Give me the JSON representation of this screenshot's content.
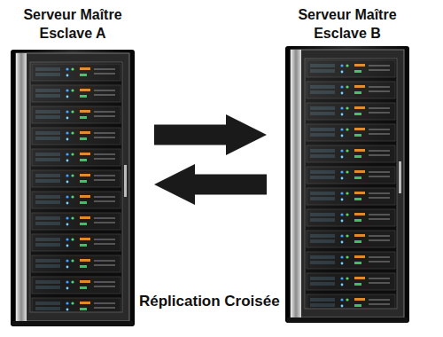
{
  "diagram": {
    "caption": "Réplication Croisée",
    "nodes": [
      {
        "text": [
          "Serveur Maître Esclave A"
        ]
      },
      {
        "text": [
          "Serveur Maître Esclave B"
        ]
      }
    ],
    "edges": [
      {
        "from": 0,
        "to": 1,
        "arrow": "to"
      },
      {
        "from": 1,
        "to": 0,
        "arrow": "to"
      }
    ]
  }
}
